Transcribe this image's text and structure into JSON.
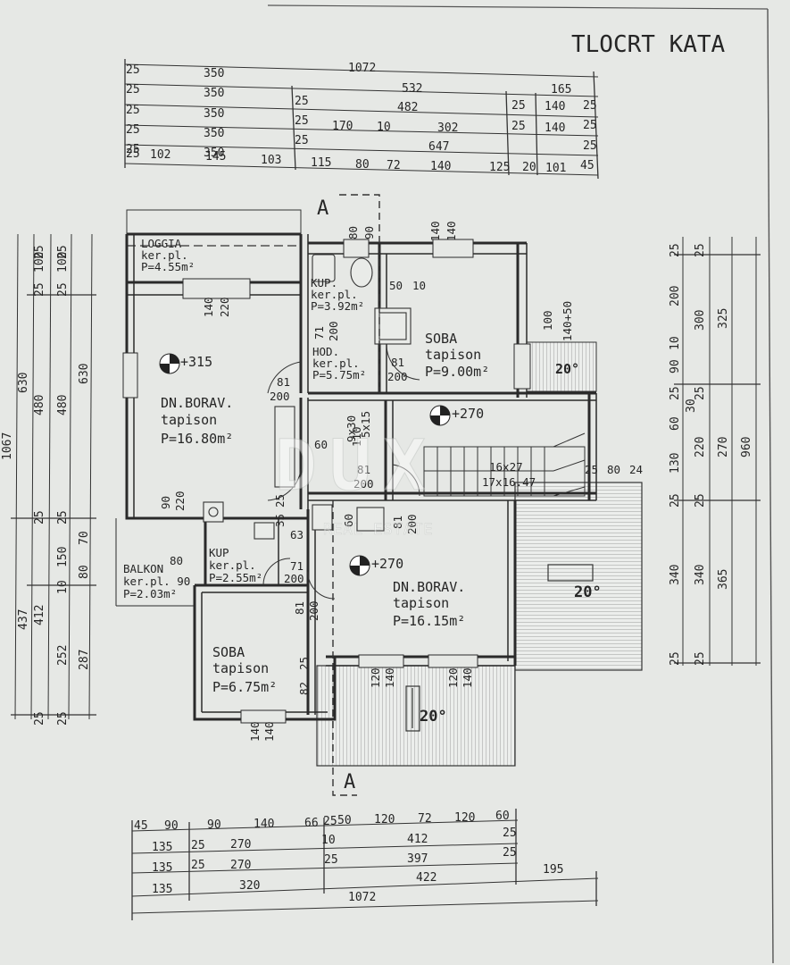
{
  "title": "TLOCRT KATA",
  "watermark": {
    "main": "DUX",
    "sub": "REAL ESTATE"
  },
  "section_marker": "A",
  "top_dims": [
    [
      "25",
      "350",
      "1072"
    ],
    [
      "25",
      "350",
      "532",
      "165"
    ],
    [
      "25",
      "350",
      "25",
      "482",
      "25",
      "140",
      "25"
    ],
    [
      "25",
      "350",
      "25",
      "170",
      "10",
      "302",
      "25",
      "140",
      "25"
    ],
    [
      "25",
      "350",
      "25",
      "647",
      "25"
    ],
    [
      "25",
      "102",
      "145",
      "103",
      "115",
      "80",
      "72",
      "140",
      "125",
      "20",
      "101",
      "45"
    ]
  ],
  "bottom_dims": [
    [
      "45",
      "90",
      "90",
      "140",
      "66",
      "25",
      "50",
      "120",
      "72",
      "120",
      "60"
    ],
    [
      "135",
      "25",
      "270",
      "10",
      "412",
      "25"
    ],
    [
      "135",
      "25",
      "270",
      "25",
      "397",
      "25"
    ],
    [
      "135",
      "320",
      "422",
      "195"
    ],
    [
      "1072"
    ]
  ],
  "left_dims": [
    [
      "1067"
    ],
    [
      "630",
      "437"
    ],
    [
      "25",
      "100",
      "25",
      "480",
      "25",
      "412",
      "25"
    ],
    [
      "25",
      "100",
      "25",
      "480",
      "25",
      "150",
      "10",
      "252",
      "25"
    ],
    [
      "630",
      "70",
      "80",
      "287"
    ]
  ],
  "right_dims": [
    [
      "25",
      "200",
      "10",
      "90",
      "25",
      "30",
      "60",
      "130",
      "25",
      "340",
      "25"
    ],
    [
      "25",
      "300",
      "25",
      "220",
      "25",
      "340",
      "25"
    ],
    [
      "325",
      "270",
      "365"
    ],
    [
      "960"
    ]
  ],
  "rooms": {
    "loggia": {
      "name": "LOGGIA",
      "floor": "ker.pl.",
      "area": "P=4.55m²"
    },
    "kup1": {
      "name": "KUP.",
      "floor": "ker.pl.",
      "area": "P=3.92m²"
    },
    "soba1": {
      "name": "SOBA",
      "floor": "tapison",
      "area": "P=9.00m²"
    },
    "hod": {
      "name": "HOD.",
      "floor": "ker.pl.",
      "area": "P=5.75m²"
    },
    "dnborav1": {
      "name": "DN.BORAV.",
      "floor": "tapison",
      "area": "P=16.80m²"
    },
    "balkon": {
      "name": "BALKON",
      "floor": "ker.pl. 90",
      "area": "P=2.03m²"
    },
    "kup2": {
      "name": "KUP",
      "floor": "ker.pl.",
      "area": "P=2.55m²"
    },
    "dnborav2": {
      "name": "DN.BORAV.",
      "floor": "tapison",
      "area": "P=16.15m²"
    },
    "soba2": {
      "name": "SOBA",
      "floor": "tapison",
      "area": "P=6.75m²"
    }
  },
  "levels": {
    "a": "+315",
    "b": "+270",
    "c": "+270"
  },
  "roof_slopes": {
    "a": "20°",
    "b": "20°",
    "c": "20°"
  },
  "stair": {
    "steps": "16x27",
    "rise": "17x16.47"
  },
  "annotations": {
    "d80": "80",
    "d90": "90",
    "d140a": "140",
    "d140b": "140",
    "d50": "50",
    "d10": "10",
    "d140_220": "140",
    "d220": "220",
    "d100": "100",
    "d140p50": "140+50",
    "d71": "71",
    "d200a": "200",
    "d81a": "81",
    "d200b": "200",
    "d81b": "81",
    "d200c": "200",
    "d81c": "81",
    "d200d": "200",
    "d9x30": "9x30",
    "d110": "110",
    "d5x15": "5x15",
    "d60a": "60",
    "d60b": "60",
    "d81d": "81",
    "d200e": "200",
    "d81e": "81",
    "d200f": "200",
    "d25a": "25",
    "d80b": "80",
    "d24": "24",
    "d90b": "90",
    "d220b": "220",
    "d25b": "25",
    "d35": "35",
    "d63": "63",
    "d80c": "80",
    "d71b": "71",
    "d200g": "200",
    "d25c": "25",
    "d82": "82",
    "d120a": "120",
    "d140c": "140",
    "d120b": "120",
    "d140d": "140",
    "d140e": "140",
    "d140f": "140"
  }
}
